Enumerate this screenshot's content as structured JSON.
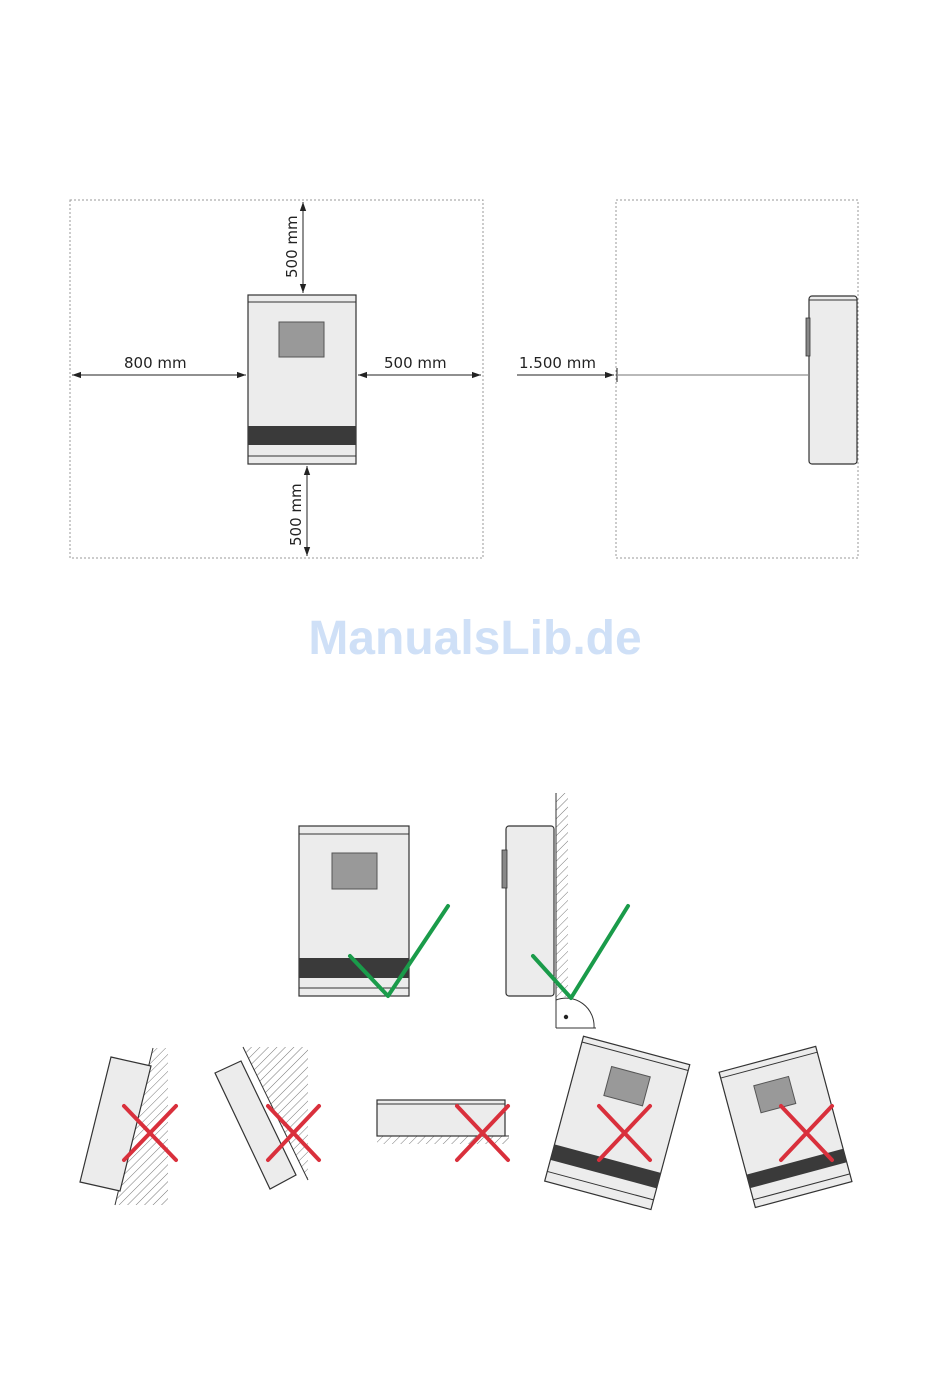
{
  "clearance": {
    "top_label": "500 mm",
    "left_label": "800 mm",
    "right_label": "500 mm",
    "bottom_label": "500 mm",
    "front_label": "1.500 mm"
  },
  "watermark": {
    "text": "ManualsLib.de"
  },
  "orientation": {
    "allowed": [
      "vertical-front",
      "vertical-side"
    ],
    "not_allowed": [
      "tilted-forward",
      "tilted-backward",
      "horizontal",
      "rotated-left",
      "rotated-right"
    ],
    "colors": {
      "check": "#1a9b4a",
      "cross": "#d9303c"
    }
  }
}
